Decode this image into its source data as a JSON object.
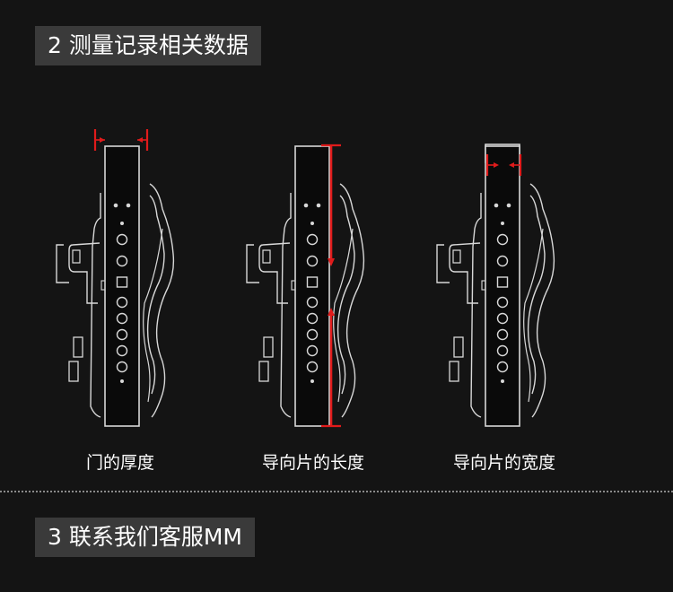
{
  "sections": {
    "measure_heading": "2 测量记录相关数据",
    "contact_heading": "3 联系我们客服MM"
  },
  "diagrams": [
    {
      "caption": "门的厚度"
    },
    {
      "caption": "导向片的长度"
    },
    {
      "caption": "导向片的宽度"
    }
  ],
  "colors": {
    "background": "#141414",
    "heading_bg": "#3a3a3a",
    "line": "#d8d8d8",
    "measure_marker": "#e01b1b"
  }
}
